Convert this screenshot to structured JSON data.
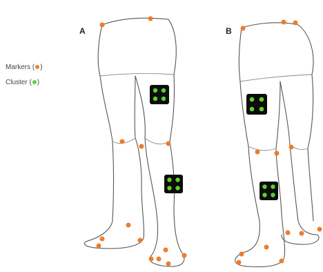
{
  "panels": [
    {
      "label": "A"
    },
    {
      "label": "B"
    }
  ],
  "legend": {
    "markers_label": "Markers (",
    "cluster_label": "Cluster (",
    "close": ")"
  },
  "colors": {
    "marker": "#ee7b2e",
    "cluster_plate": "#0c0c0c",
    "cluster_dot": "#5ed12f",
    "outline": "#555555"
  },
  "icons": {
    "marker": "orange-dot",
    "cluster": "black-square-with-four-green-dots"
  }
}
